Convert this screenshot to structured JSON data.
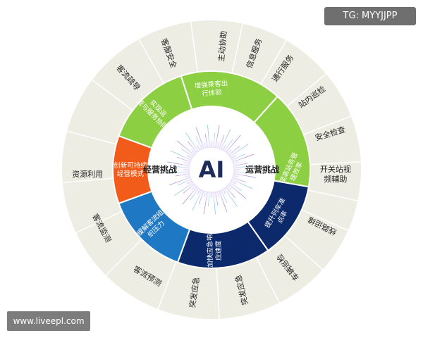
{
  "center": {
    "logo": "AI"
  },
  "inner_labels": {
    "left": "经营挑战",
    "right": "运营挑战"
  },
  "middle_segments": [
    {
      "text": [
        "提高站务管",
        "理效率"
      ],
      "color": "#8ccf42"
    },
    {
      "text": [
        "增强乘客出",
        "行体验"
      ],
      "color": "#8ccf42"
    },
    {
      "text": [
        "实现运",
        "营与服务协同"
      ],
      "color": "#8ccf42"
    },
    {
      "text": [
        "创新可持续",
        "经营模式"
      ],
      "color": "#f25c1a"
    },
    {
      "text": [
        "缓解客流组",
        "织压力"
      ],
      "color": "#1f78c4"
    },
    {
      "text": [
        "加快应急响",
        "应速度"
      ],
      "color": "#0c2a6b"
    },
    {
      "text": [
        "提升列车准",
        "点率"
      ],
      "color": "#0c2a6b"
    }
  ],
  "outer_labels": [
    [
      "开关站视",
      "频辅助"
    ],
    [
      "安全检查"
    ],
    [
      "站内巡检"
    ],
    [
      "通行服务"
    ],
    [
      "信息服务"
    ],
    [
      "主动协助"
    ],
    [
      "客服安全"
    ],
    [
      "客流疏导"
    ],
    [
      "资源利用"
    ],
    [
      "客流监测"
    ],
    [
      "客流预测"
    ],
    [
      "突发应急"
    ],
    [
      "突发应急"
    ],
    [
      "车辆巡检"
    ],
    [
      "线路运维"
    ]
  ],
  "watermarks": {
    "top_right": "TG: MYYJJPP",
    "bottom_left": "www.liveepl.com"
  },
  "colors": {
    "outer_ring": "#edede3",
    "separator": "#ffffff",
    "inner_ring": "#ffffff",
    "accent_purple": "#7a3fb0",
    "logo_navy": "#1d2c5c"
  }
}
